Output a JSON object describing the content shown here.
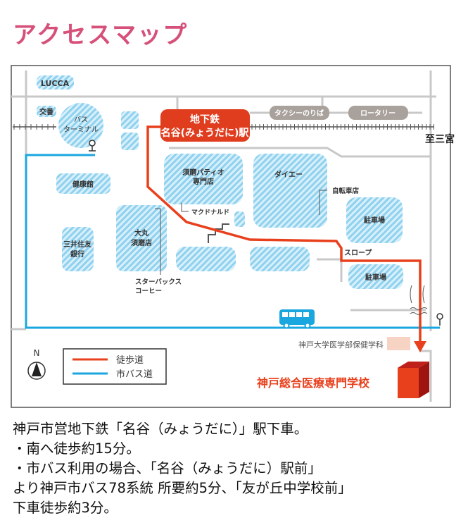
{
  "title": "アクセスマップ",
  "map": {
    "lucca": "LUCCA",
    "koban": "交番",
    "bus_terminal": [
      "バス",
      "ターミナル"
    ],
    "station": [
      "地下鉄",
      "名谷(みょうだに)駅"
    ],
    "taxi": "タクシーのりば",
    "rotary": "ロータリー",
    "to_sannomiya": "至三宮",
    "patio": [
      "須磨パティオ",
      "専門店"
    ],
    "mcdonalds": "マクドナルド",
    "daiei": "ダイエー",
    "bicycle": "自転車店",
    "kenkokan": "健康館",
    "parking1": "駐車場",
    "daimaru": [
      "大丸",
      "須磨店"
    ],
    "smbc": [
      "三井住友",
      "銀行"
    ],
    "starbucks": [
      "スターバックス",
      "コーヒー"
    ],
    "slope": "スロープ",
    "parking2": "駐車場",
    "kobe_univ": "神戸大学医学部保健学科",
    "school": "神戸総合医療専門学校",
    "north": "N",
    "legend": {
      "walk": "徒歩道",
      "bus": "市バス道"
    },
    "colors": {
      "walk": "#e8401c",
      "bus": "#1aa7e0",
      "block": "#a9dcf2",
      "road": "#c8c8c8"
    }
  },
  "directions": [
    "神戸市営地下鉄「名谷（みょうだに）」駅下車。",
    "・南へ徒歩約15分。",
    "・市バス利用の場合、「名谷（みょうだに）駅前」",
    "より神戸市バス78系統 所要約5分、「友が丘中学校前」",
    "下車徒歩約3分。"
  ]
}
